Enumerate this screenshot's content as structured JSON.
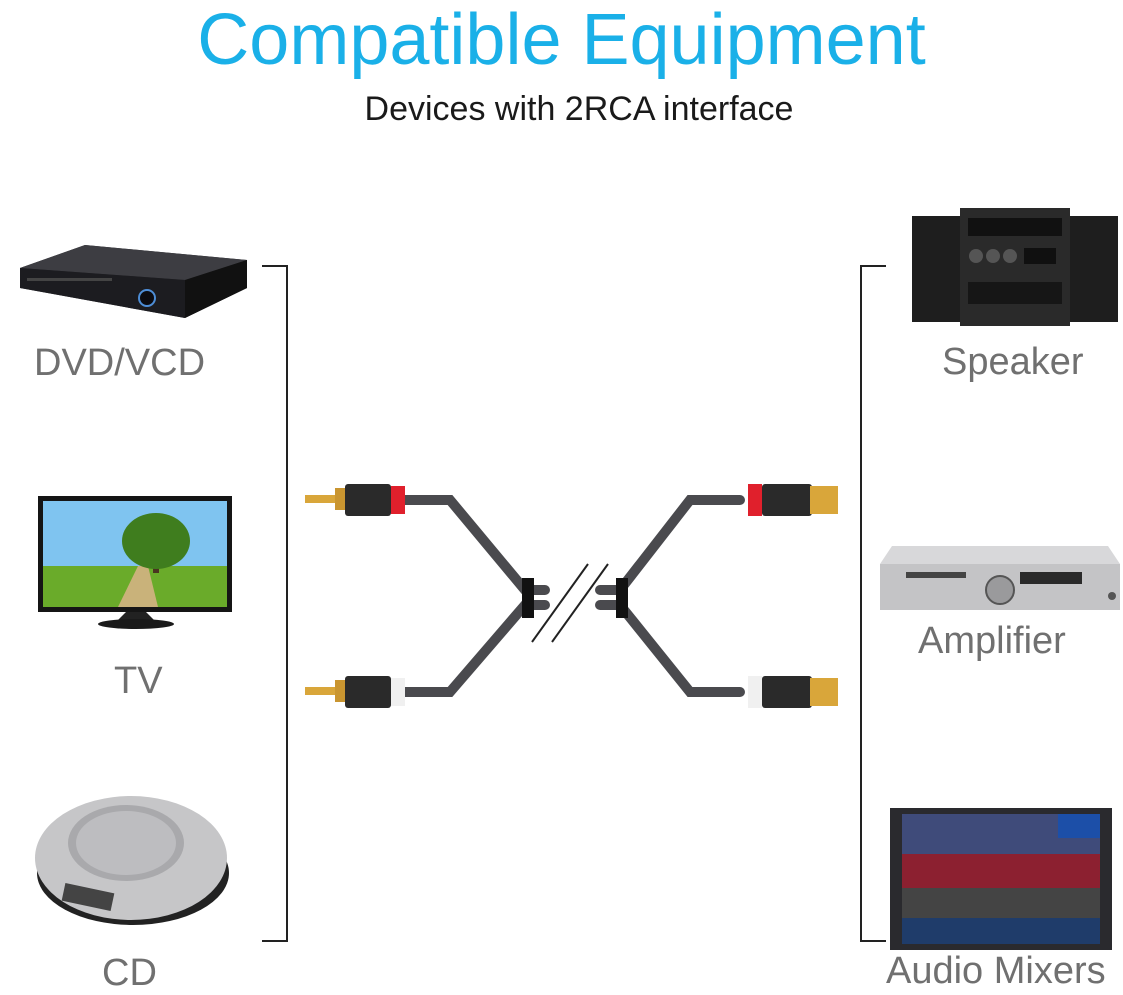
{
  "header": {
    "title": "Compatible Equipment",
    "subtitle": "Devices with 2RCA interface"
  },
  "left_devices": [
    {
      "label": "DVD/VCD",
      "icon": "dvd-player-icon"
    },
    {
      "label": "TV",
      "icon": "tv-icon"
    },
    {
      "label": "CD",
      "icon": "cd-player-icon"
    }
  ],
  "right_devices": [
    {
      "label": "Speaker",
      "icon": "speaker-system-icon"
    },
    {
      "label": "Amplifier",
      "icon": "amplifier-icon"
    },
    {
      "label": "Audio Mixers",
      "icon": "audio-mixer-icon"
    }
  ],
  "cable": {
    "icon": "rca-cable-icon",
    "colors": {
      "red": "#e0202c",
      "white": "#f0f0f0",
      "gold": "#d9a63a"
    }
  }
}
